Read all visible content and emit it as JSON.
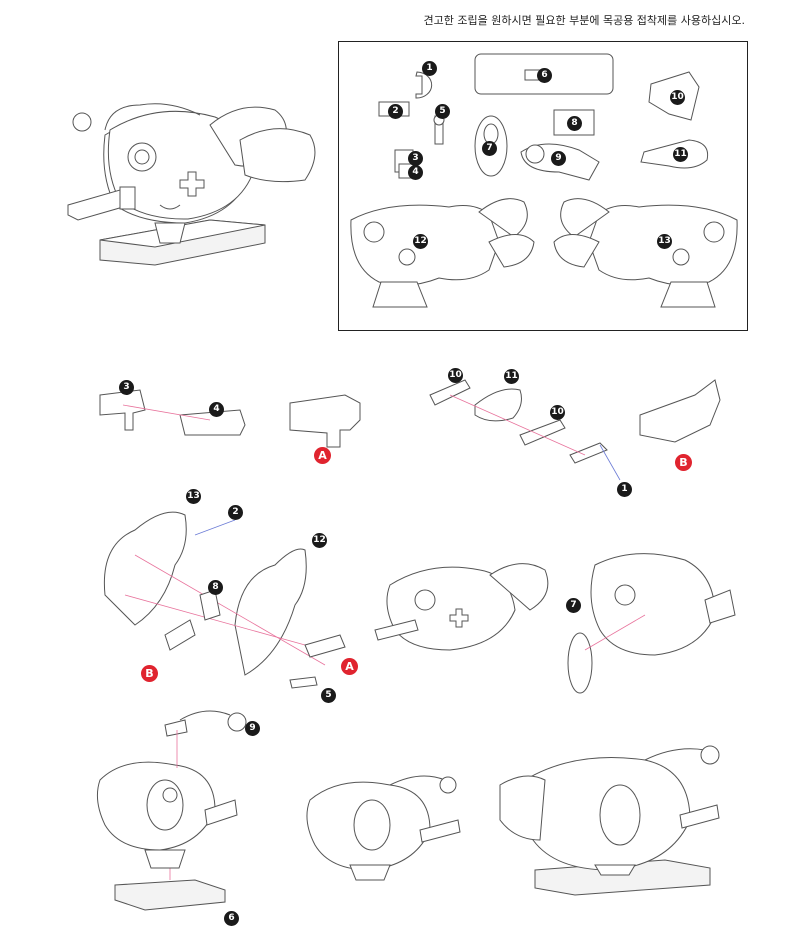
{
  "header": {
    "note": "견고한 조립을 원하시면 필요한 부분에 목공용 접착제를 사용하십시오."
  },
  "parts": [
    "1",
    "2",
    "3",
    "4",
    "5",
    "6",
    "7",
    "8",
    "9",
    "10",
    "11",
    "12",
    "13"
  ],
  "markers": {
    "a": "A",
    "b": "B"
  },
  "colors": {
    "marker_red": "#e0242f",
    "badge_black": "#1a1a1a",
    "guide_pink": "#e8739c",
    "guide_blue": "#6b7bd6"
  }
}
